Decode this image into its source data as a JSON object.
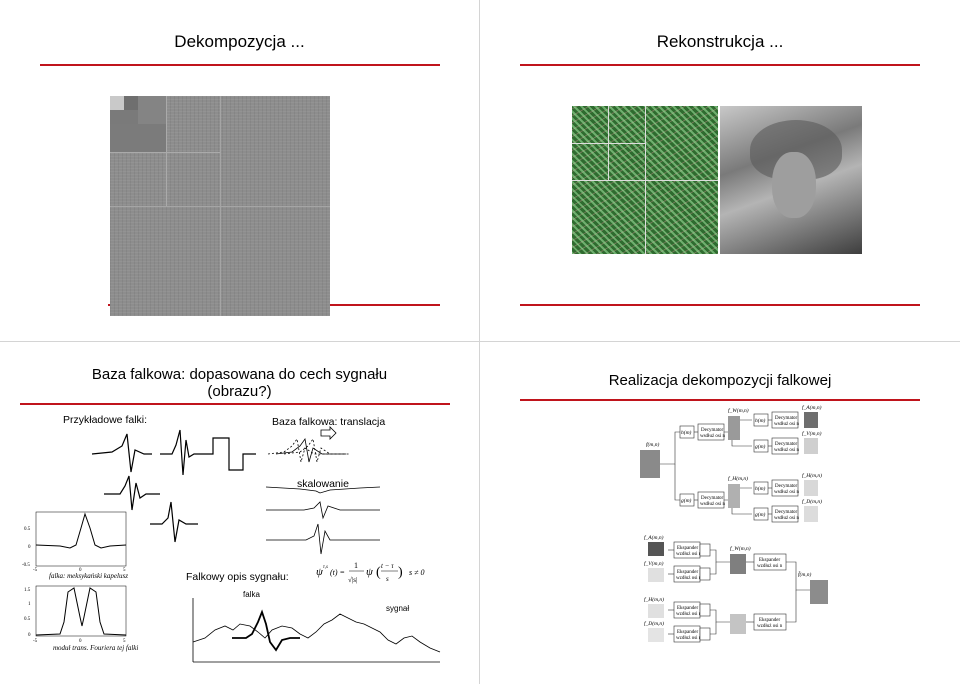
{
  "slide1": {
    "title": "Dekompozycja ..."
  },
  "slide2": {
    "title": "Rekonstrukcja ..."
  },
  "slide3": {
    "title_line1": "Baza falkowa: dopasowana do cech sygnału",
    "title_line2": "(obrazu?)",
    "label_examples": "Przykładowe falki:",
    "label_translation": "Baza falkowa: translacja",
    "label_scaling": "skalowanie",
    "caption_hat": "falka: meksykański kapelusz",
    "caption_fourier": "moduł trans. Fouriera tej falki",
    "label_description": "Falkowy opis sygnału:",
    "label_wavelet": "falka",
    "label_signal": "sygnał",
    "formula": {
      "lhs": "ψ",
      "sup": "τ,s",
      "arg": "(t) =",
      "num": "1",
      "den": "√|s|",
      "psi2": "ψ",
      "frac_num": "t − τ",
      "frac_den": "s",
      "cond": "s ≠ 0"
    },
    "hat_yticks": [
      "0.5",
      "0",
      "-0.5"
    ],
    "hat_xticks": [
      "-5",
      "0",
      "5"
    ],
    "fourier_yticks": [
      "1.5",
      "1",
      "0.5",
      "0"
    ],
    "fourier_xticks": [
      "-5",
      "0",
      "5"
    ]
  },
  "slide4": {
    "title": "Realizacja dekompozycji falkowej",
    "decimator": "Decymator",
    "decimator2": "wsdłuż osi n",
    "expander": "Ekspander",
    "expander2": "wzdłuż osi n",
    "labels": {
      "f_input": "f(m,n)",
      "f_w": "f_W(m,n)",
      "f_d": "f_D(m,n)",
      "f_v": "f_V(m,n)",
      "f_h": "f_H(m,n)",
      "f_a": "f_A(m,n)",
      "f_out": "f̂(m,n)",
      "h": "h(m)",
      "g": "g(m)"
    }
  }
}
